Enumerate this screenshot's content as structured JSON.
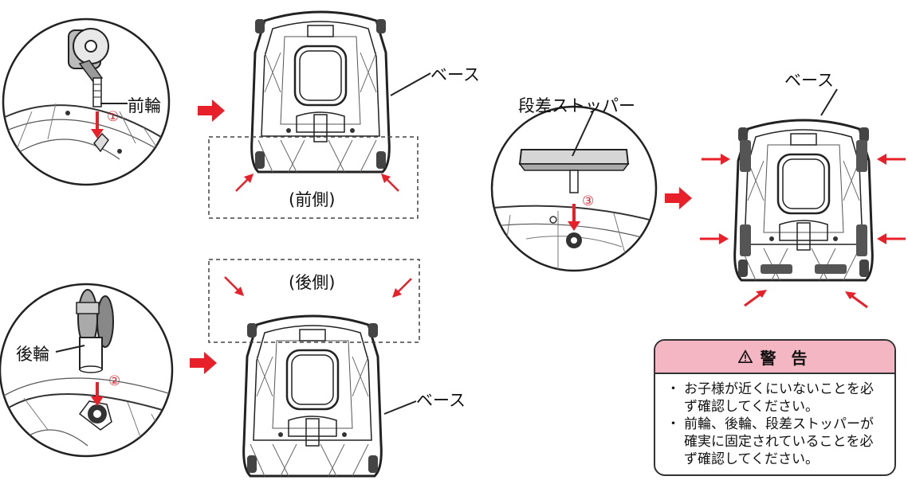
{
  "labels": {
    "front_wheel": "前輪",
    "rear_wheel": "後輪",
    "base_1": "ベース",
    "base_2": "ベース",
    "base_3": "ベース",
    "step_stopper": "段差ストッパー",
    "front_side": "(前側)",
    "rear_side": "(後側)"
  },
  "steps": [
    "①",
    "②",
    "③"
  ],
  "warning": {
    "title": "警 告",
    "items": [
      "お子様が近くにいないことを必ず確認してください。",
      "前輪、後輪、段差ストッパーが確実に固定されていることを必ず確認してください。"
    ]
  },
  "colors": {
    "accent": "#e8202a",
    "warning_header": "#f4b6c2"
  }
}
